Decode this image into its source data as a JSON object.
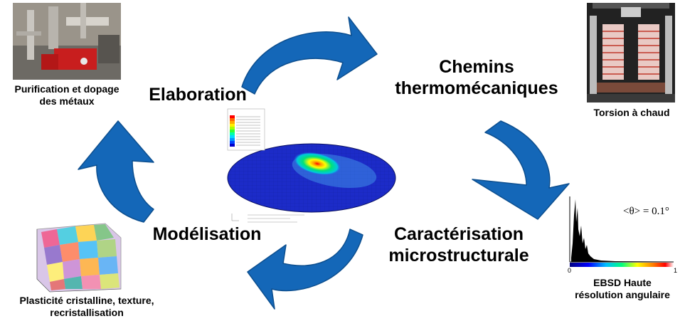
{
  "stages": {
    "elaboration": "Elaboration",
    "chemins_line1": "Chemins",
    "chemins_line2": "thermomécaniques",
    "caracterisation_line1": "Caractérisation",
    "caracterisation_line2": "microstructurale",
    "modelisation": "Modélisation"
  },
  "captions": {
    "purification_line1": "Purification et dopage",
    "purification_line2": "des métaux",
    "torsion": "Torsion à chaud",
    "ebsd_line1": "EBSD Haute",
    "ebsd_line2": "résolution angulaire",
    "plasticite_line1": "Plasticité cristalline, texture,",
    "plasticite_line2": "recristallisation"
  },
  "histogram": {
    "annotation": "<θ> = 0.1°",
    "axis_min": "0",
    "axis_max": "1"
  },
  "colors": {
    "arrow_blue": "#1467b8",
    "arrow_stroke": "#0d4f8f",
    "mesh_blue": "#1f2fd6"
  },
  "icons": {
    "photos": [
      "photo-purification-equipment",
      "photo-torsion-machine",
      "image-microstructure-3d"
    ],
    "simulation": "fem-simulation-disk"
  }
}
